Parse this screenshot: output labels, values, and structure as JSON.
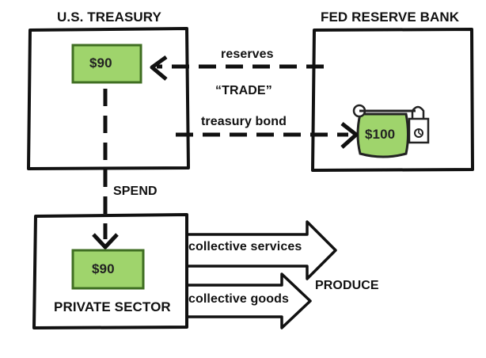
{
  "treasury": {
    "title": "U.S. TREASURY",
    "amount": "$90"
  },
  "fed": {
    "title": "FED RESERVE BANK",
    "amount": "$100"
  },
  "private": {
    "title": "PRIVATE SECTOR",
    "amount": "$90"
  },
  "flows": {
    "reserves": "reserves",
    "trade": "“TRADE”",
    "bond": "treasury bond",
    "spend": "SPEND",
    "services": "collective services",
    "goods": "collective goods",
    "produce": "PRODUCE"
  },
  "colors": {
    "money_fill": "#9fd46c",
    "money_stroke": "#3f6e22",
    "ink": "#111111"
  },
  "icons": [
    "lock-icon"
  ]
}
